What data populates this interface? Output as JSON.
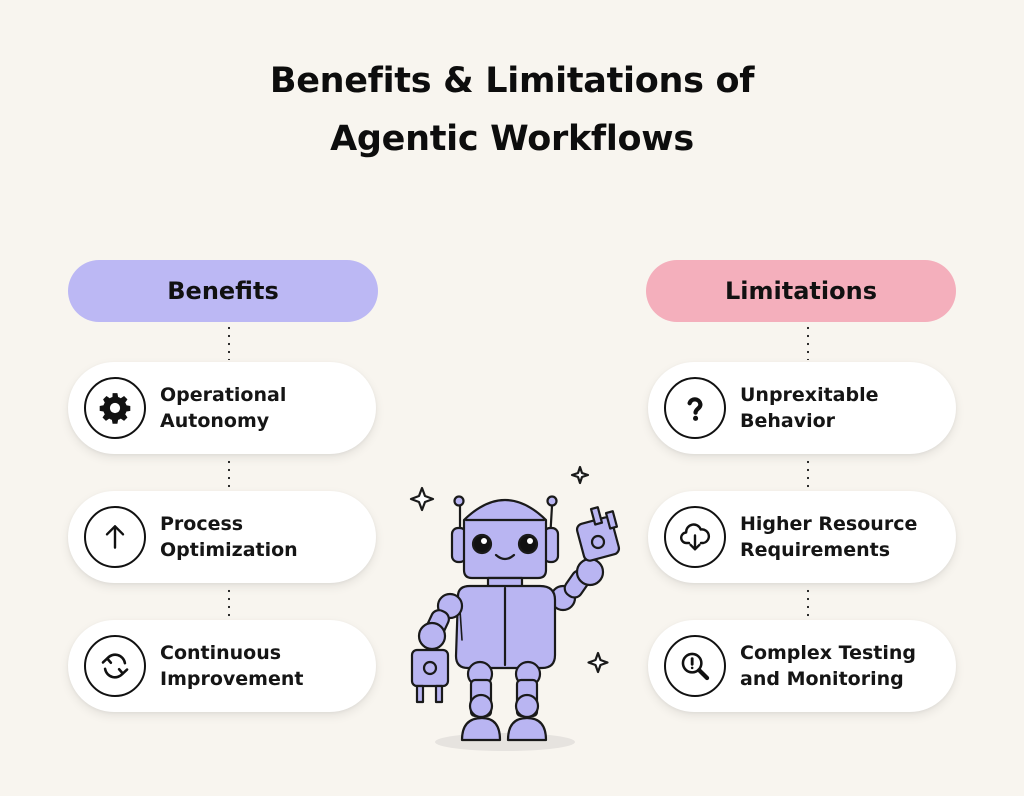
{
  "title": {
    "line1": "Benefits & Limitations of",
    "line2": "Agentic Workflows"
  },
  "benefits": {
    "header": "Benefits",
    "color": "#bcb8f4",
    "items": [
      {
        "line1": "Operational",
        "line2": "Autonomy",
        "icon": "gear-icon"
      },
      {
        "line1": "Process",
        "line2": "Optimization",
        "icon": "arrow-up-icon"
      },
      {
        "line1": "Continuous",
        "line2": "Improvement",
        "icon": "refresh-cycle-icon"
      }
    ]
  },
  "limitations": {
    "header": "Limitations",
    "color": "#f4afbc",
    "items": [
      {
        "line1": "Unprexitable",
        "line2": "Behavior",
        "icon": "question-mark-icon"
      },
      {
        "line1": "Higher Resource",
        "line2": "Requirements",
        "icon": "cloud-download-icon"
      },
      {
        "line1": "Complex Testing",
        "line2": "and Monitoring",
        "icon": "magnifier-alert-icon"
      }
    ]
  },
  "illustration": {
    "subject": "robot-holding-plugs",
    "fill_color": "#b9b5f2"
  }
}
